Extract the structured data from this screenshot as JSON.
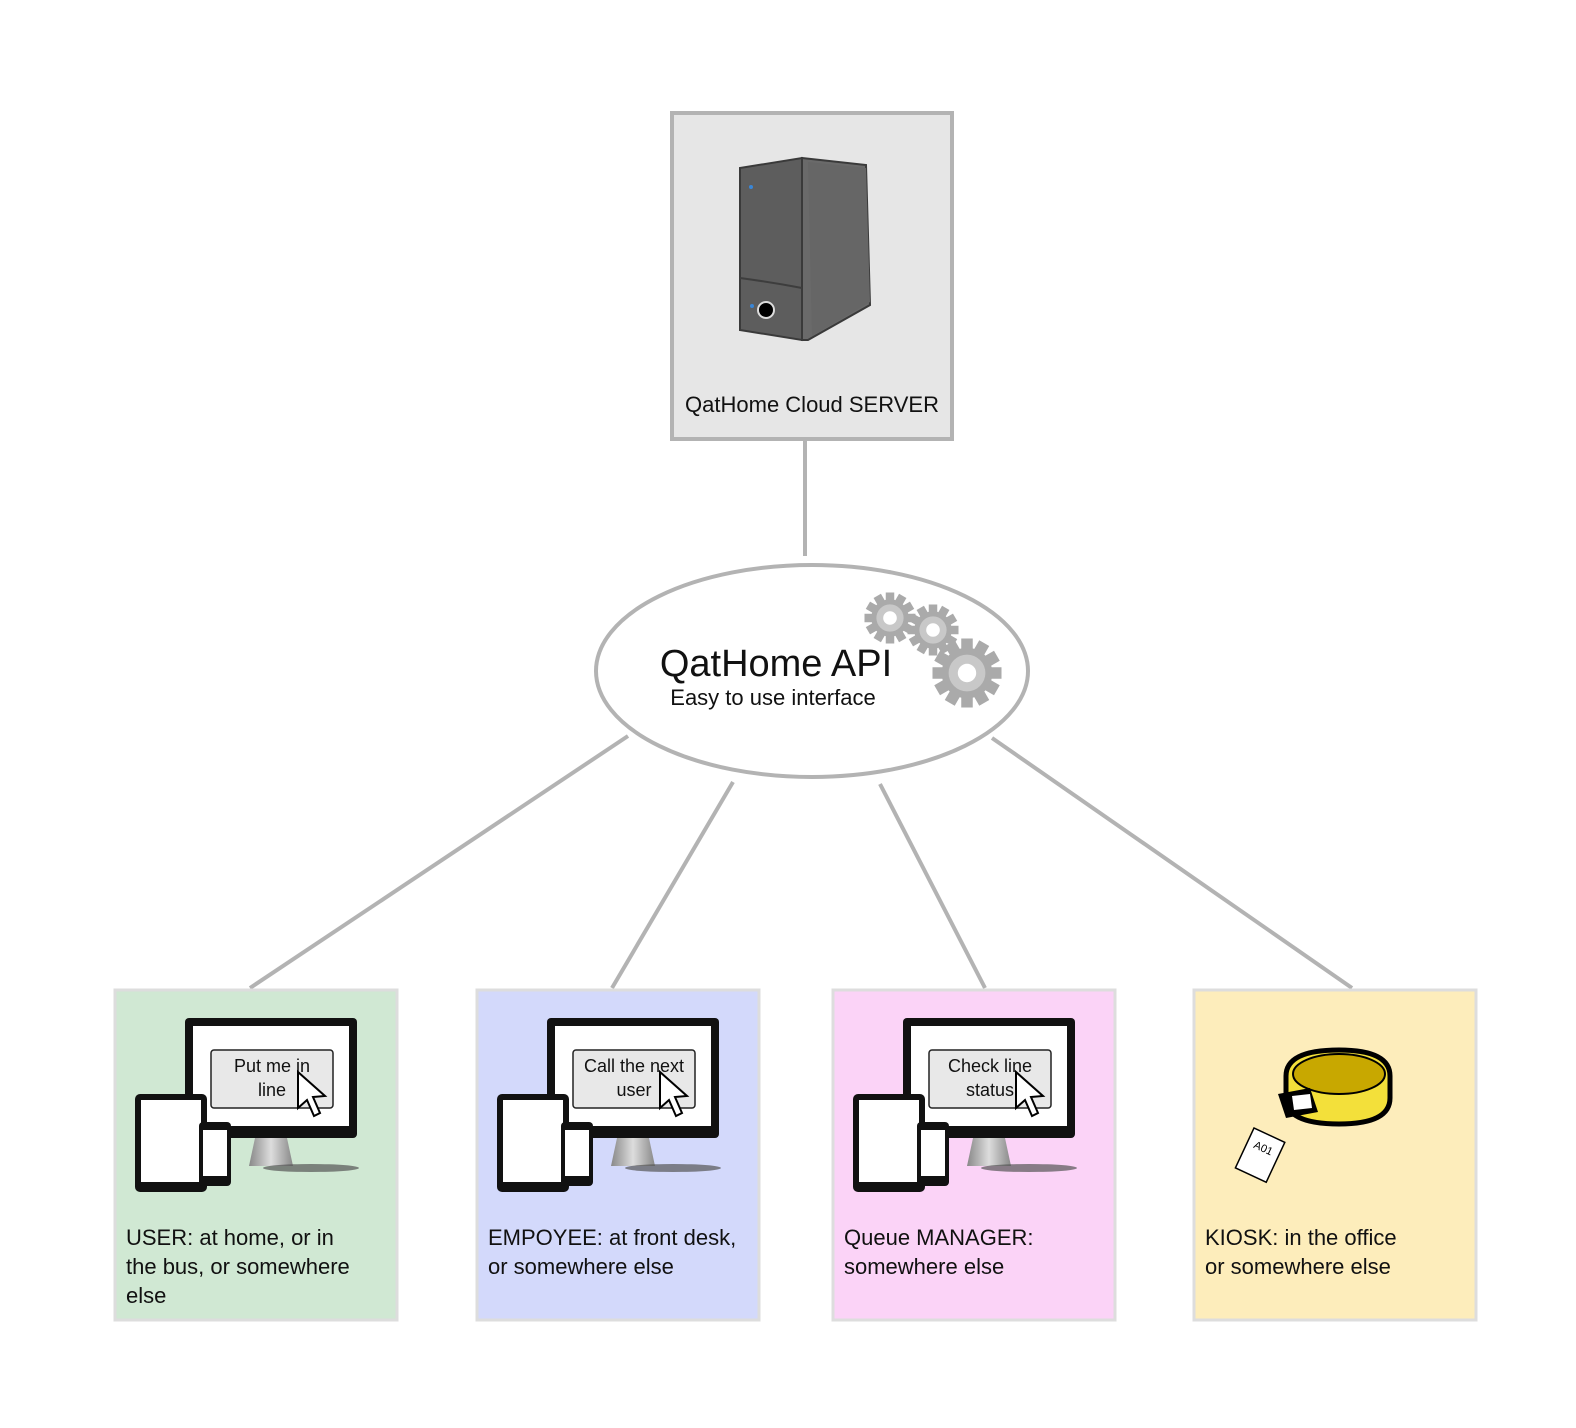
{
  "server": {
    "label": "QatHome Cloud SERVER",
    "icon": "server-tower-icon",
    "box_fill": "#e6e6e6",
    "border": "#b3b3b3"
  },
  "api": {
    "title": "QatHome API",
    "subtitle": "Easy to use interface",
    "icon": "gears-icon"
  },
  "clients": [
    {
      "id": "user",
      "label_lines": [
        "USER: at home, or in",
        "the bus, or somewhere",
        "else"
      ],
      "screen_lines": [
        "Put me in",
        "line"
      ],
      "fill": "#d0e8d3",
      "icon": "devices-icon"
    },
    {
      "id": "employee",
      "label_lines": [
        "EMPOYEE: at front desk,",
        "or somewhere else"
      ],
      "screen_lines": [
        "Call the next",
        "user"
      ],
      "fill": "#d3d9fb",
      "icon": "devices-icon"
    },
    {
      "id": "manager",
      "label_lines": [
        "Queue MANAGER:",
        "somewhere else"
      ],
      "screen_lines": [
        "Check line",
        "status"
      ],
      "fill": "#fbd3f7",
      "icon": "devices-icon"
    },
    {
      "id": "kiosk",
      "label_lines": [
        "KIOSK: in the office",
        "or somewhere else"
      ],
      "ticket": "A01",
      "fill": "#fdedbb",
      "icon": "ticket-printer-icon"
    }
  ],
  "connector_color": "#b3b3b3"
}
